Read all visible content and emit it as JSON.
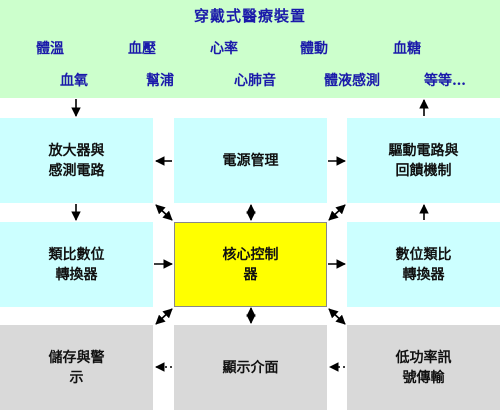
{
  "header": {
    "title": "穿戴式醫療裝置",
    "signals_row1": [
      "體溫",
      "血壓",
      "心率",
      "體動",
      "血糖"
    ],
    "signals_row2": [
      "血氧",
      "幫浦",
      "心肺音",
      "體液感測",
      "等等…"
    ]
  },
  "blocks": {
    "amplifier": "放大器與\n感測電路",
    "power": "電源管理",
    "driver": "驅動電路與\n回饋機制",
    "adc": "類比數位\n轉換器",
    "core": "核心控制\n器",
    "dac": "數位類比\n轉換器",
    "storage": "儲存與警\n示",
    "display": "顯示介面",
    "wireless": "低功率訊\n號傳輸"
  },
  "colors": {
    "header_bg": "#ccffcc",
    "header_text": "#1a1aaa",
    "analog_block": "#ccffff",
    "core_block": "#ffff00",
    "io_block": "#d9d9d9"
  }
}
